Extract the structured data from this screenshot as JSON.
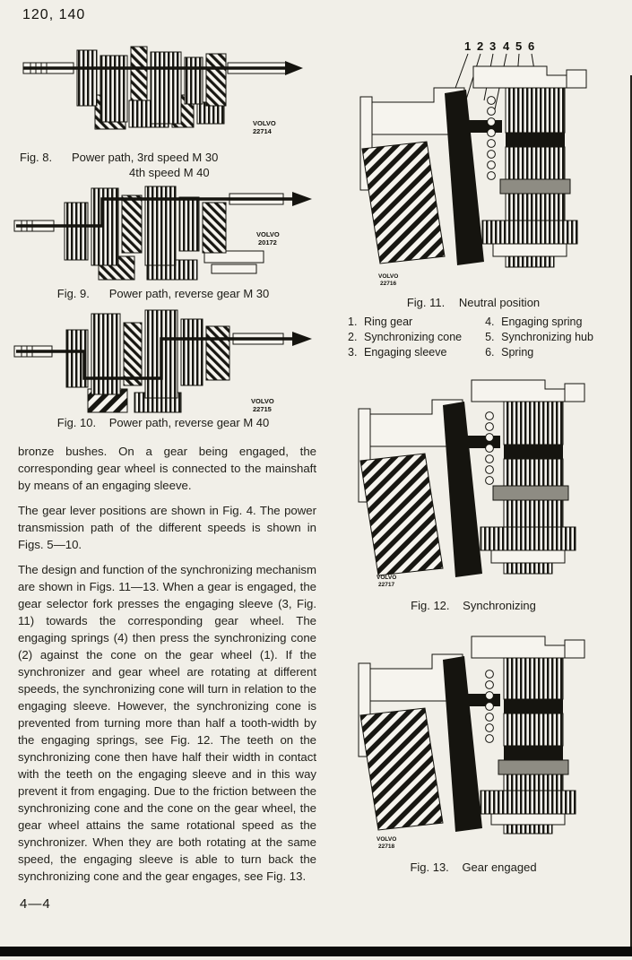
{
  "page": {
    "header": "120,  140",
    "page_number": "4—4"
  },
  "figures": {
    "fig8": {
      "label": "Fig. 8.",
      "title": "Power path, 3rd speed M 30",
      "title2": "4th speed M 40",
      "stamp": "VOLVO",
      "stamp_no": "22714"
    },
    "fig9": {
      "label": "Fig. 9.",
      "title": "Power path, reverse gear M 30",
      "stamp": "VOLVO",
      "stamp_no": "20172"
    },
    "fig10": {
      "label": "Fig. 10.",
      "title": "Power path, reverse gear M 40",
      "stamp": "VOLVO",
      "stamp_no": "22715"
    },
    "fig11": {
      "label": "Fig. 11.",
      "title": "Neutral position",
      "stamp": "VOLVO",
      "stamp_no": "22716"
    },
    "fig12": {
      "label": "Fig. 12.",
      "title": "Synchronizing",
      "stamp": "VOLVO",
      "stamp_no": "22717"
    },
    "fig13": {
      "label": "Fig. 13.",
      "title": "Gear engaged",
      "stamp": "VOLVO",
      "stamp_no": "22718"
    }
  },
  "callouts": [
    "1",
    "2",
    "3",
    "4",
    "5",
    "6"
  ],
  "legend": {
    "left": [
      {
        "num": "1.",
        "label": "Ring gear"
      },
      {
        "num": "2.",
        "label": "Synchronizing cone"
      },
      {
        "num": "3.",
        "label": "Engaging sleeve"
      }
    ],
    "right": [
      {
        "num": "4.",
        "label": "Engaging spring"
      },
      {
        "num": "5.",
        "label": "Synchronizing hub"
      },
      {
        "num": "6.",
        "label": "Spring"
      }
    ]
  },
  "body": {
    "paragraphs": [
      "bronze bushes. On a gear being engaged, the corresponding gear wheel is connected to the mainshaft by means of an engaging sleeve.",
      "The gear lever positions are shown in Fig. 4. The power transmission path of the different speeds is shown in Figs. 5—10.",
      "The design and function of the synchronizing mechanism are shown in Figs. 11—13. When a gear is engaged, the gear selector fork presses the engaging sleeve (3, Fig. 11) towards the corresponding gear wheel. The engaging springs (4) then press the synchronizing cone (2) against the cone on the gear wheel (1). If the synchronizer and gear wheel are rotating at different speeds, the synchronizing cone will turn in relation to the engaging sleeve. However, the synchronizing cone is prevented from turning more than half a tooth-width by the engaging springs, see Fig. 12. The teeth on the synchronizing cone then have half their width in contact with the teeth on the engaging sleeve and in this way prevent it from engaging. Due to the friction between the synchronizing cone and the cone on the gear wheel, the gear wheel attains the same rotational speed as the synchronizer. When they are both rotating at the same speed, the engaging sleeve is able to turn back the synchronizing cone and the gear engages, see Fig. 13."
    ]
  },
  "colors": {
    "paper": "#f1efe8",
    "ink": "#14130e"
  }
}
